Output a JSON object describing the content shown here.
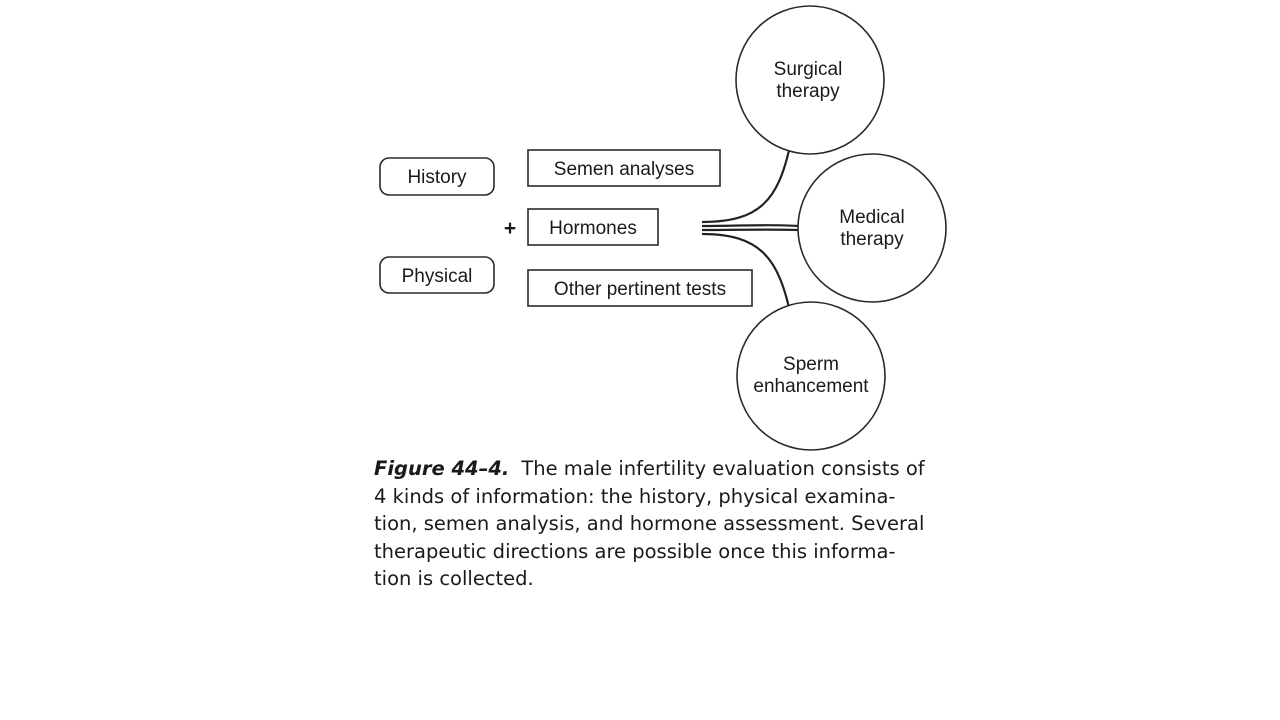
{
  "diagram": {
    "inputs": {
      "history": "History",
      "physical": "Physical",
      "plus": "+",
      "semen_analyses": "Semen analyses",
      "hormones": "Hormones",
      "other_tests": "Other pertinent tests"
    },
    "outcomes": {
      "surgical": [
        "Surgical",
        "therapy"
      ],
      "medical": [
        "Medical",
        "therapy"
      ],
      "sperm": [
        "Sperm",
        "enhancement"
      ]
    }
  },
  "caption": {
    "figure_label": "Figure 44–4.",
    "lines": [
      "The male infertility evaluation consists of",
      "4 kinds of information: the history, physical examina-",
      "tion, semen analysis, and hormone assessment. Several",
      "therapeutic directions are possible once this informa-",
      "tion is collected."
    ]
  }
}
